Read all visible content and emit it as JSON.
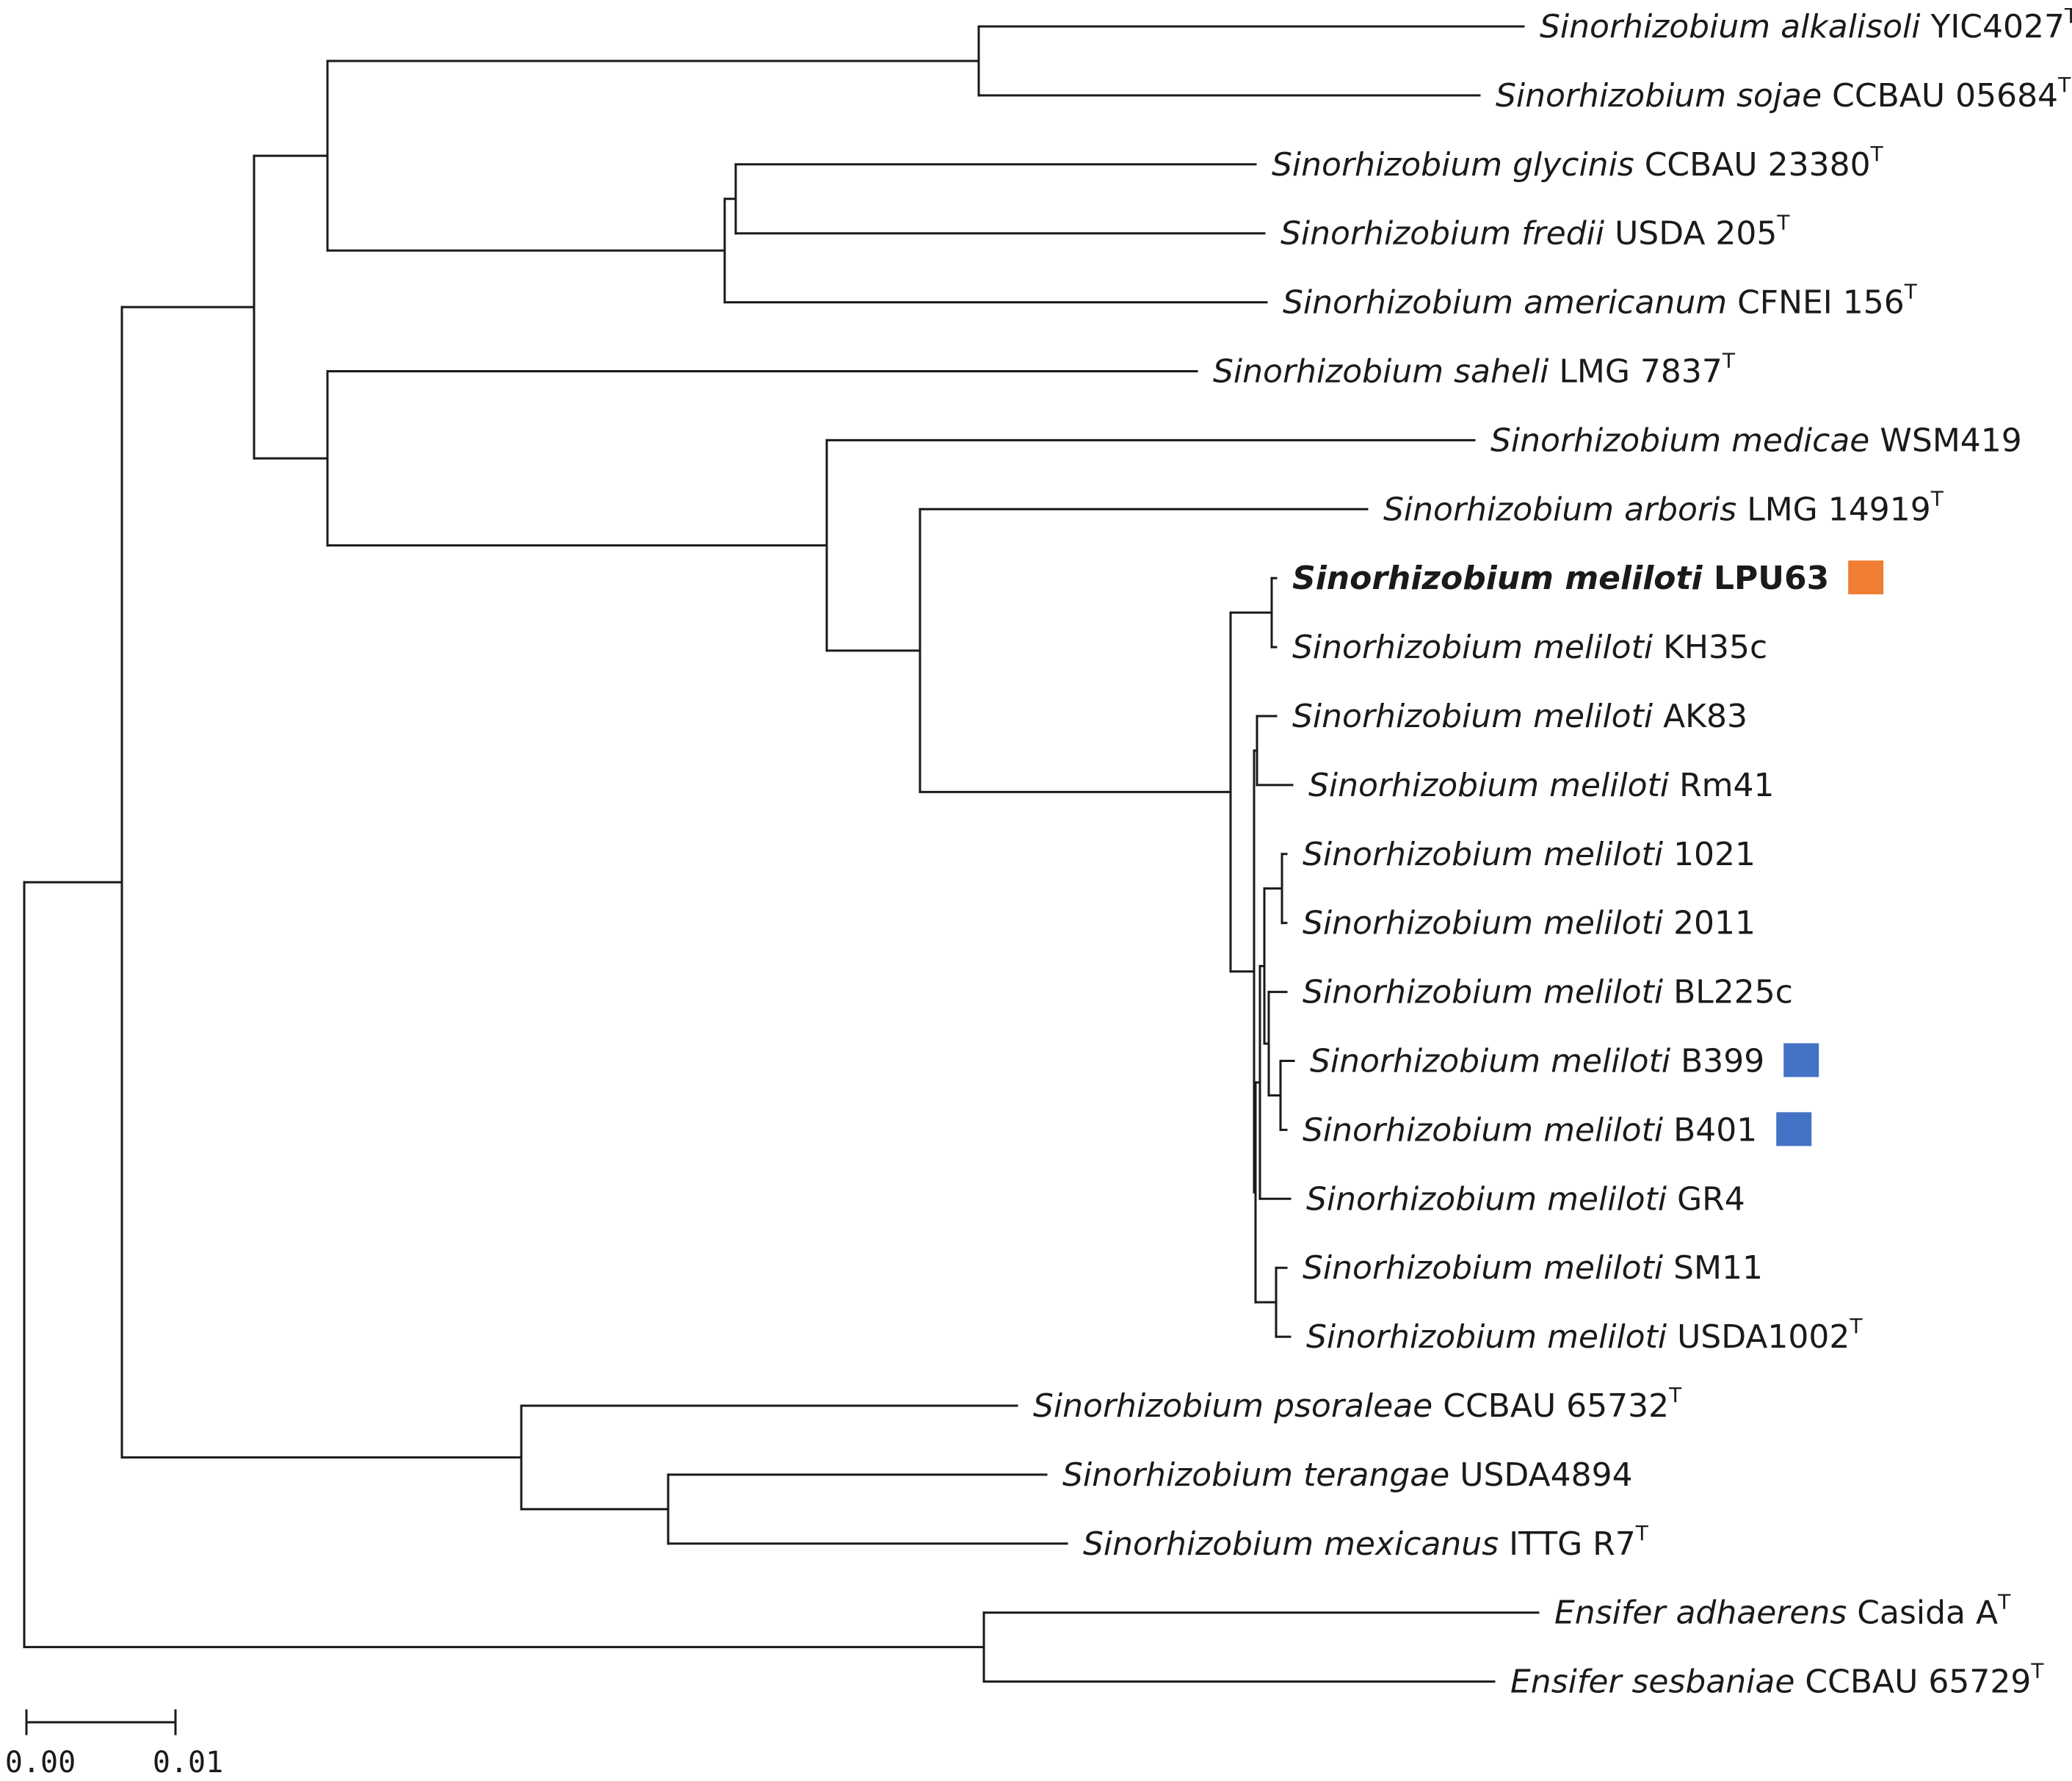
{
  "tree": {
    "leaves": [
      {
        "id": "alkalisoli",
        "species": "Sinorhizobium alkalisoli",
        "strain": "YIC4027",
        "sup": "T"
      },
      {
        "id": "sojae",
        "species": "Sinorhizobium sojae",
        "strain": "CCBAU 05684",
        "sup": "T"
      },
      {
        "id": "glycinis",
        "species": "Sinorhizobium glycinis",
        "strain": "CCBAU 23380",
        "sup": "T"
      },
      {
        "id": "fredii",
        "species": "Sinorhizobium fredii",
        "strain": "USDA 205",
        "sup": "T"
      },
      {
        "id": "americanum",
        "species": "Sinorhizobium americanum",
        "strain": "CFNEI 156",
        "sup": "T"
      },
      {
        "id": "saheli",
        "species": "Sinorhizobium saheli",
        "strain": "LMG 7837",
        "sup": "T"
      },
      {
        "id": "medicae",
        "species": "Sinorhizobium medicae",
        "strain": "WSM419",
        "sup": ""
      },
      {
        "id": "arboris",
        "species": "Sinorhizobium arboris",
        "strain": "LMG 14919",
        "sup": "T"
      },
      {
        "id": "lpu63",
        "species": "Sinorhizobium meliloti",
        "strain": "LPU63",
        "sup": "",
        "bold": true,
        "marker": "#ef7d32"
      },
      {
        "id": "kh35c",
        "species": "Sinorhizobium meliloti",
        "strain": "KH35c",
        "sup": ""
      },
      {
        "id": "ak83",
        "species": "Sinorhizobium meliloti",
        "strain": "AK83",
        "sup": ""
      },
      {
        "id": "rm41",
        "species": "Sinorhizobium meliloti",
        "strain": "Rm41",
        "sup": ""
      },
      {
        "id": "s1021",
        "species": "Sinorhizobium meliloti",
        "strain": "1021",
        "sup": ""
      },
      {
        "id": "s2011",
        "species": "Sinorhizobium meliloti",
        "strain": "2011",
        "sup": ""
      },
      {
        "id": "bl225c",
        "species": "Sinorhizobium meliloti",
        "strain": "BL225c",
        "sup": ""
      },
      {
        "id": "b399",
        "species": "Sinorhizobium meliloti",
        "strain": "B399",
        "sup": "",
        "marker": "#4472c4"
      },
      {
        "id": "b401",
        "species": "Sinorhizobium meliloti",
        "strain": "B401",
        "sup": "",
        "marker": "#4472c4"
      },
      {
        "id": "gr4",
        "species": "Sinorhizobium meliloti",
        "strain": "GR4",
        "sup": ""
      },
      {
        "id": "sm11",
        "species": "Sinorhizobium meliloti",
        "strain": "SM11",
        "sup": ""
      },
      {
        "id": "usda1002",
        "species": "Sinorhizobium meliloti",
        "strain": "USDA1002",
        "sup": "T"
      },
      {
        "id": "psoraleae",
        "species": "Sinorhizobium psoraleae",
        "strain": "CCBAU 65732",
        "sup": "T"
      },
      {
        "id": "terangae",
        "species": "Sinorhizobium terangae",
        "strain": "USDA4894",
        "sup": ""
      },
      {
        "id": "mexicanus",
        "species": "Sinorhizobium mexicanus",
        "strain": "ITTG R7",
        "sup": "T"
      },
      {
        "id": "adhaerens",
        "species": "Ensifer adhaerens",
        "strain": "Casida A",
        "sup": "T"
      },
      {
        "id": "sesbaniae",
        "species": "Ensifer sesbaniae",
        "strain": "CCBAU 65729",
        "sup": "T"
      }
    ]
  },
  "scale_bar": {
    "labels": [
      "0.00",
      "0.01"
    ]
  },
  "colors": {
    "highlight_orange": "#ef7d32",
    "highlight_blue": "#4472c4"
  }
}
